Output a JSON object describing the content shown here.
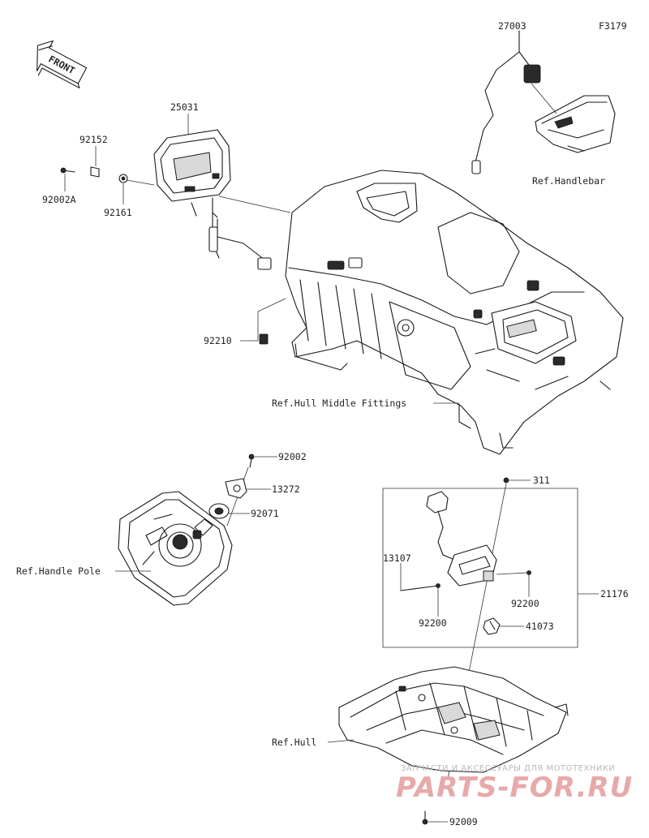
{
  "figure_code": "F3179",
  "front_label": "FRONT",
  "parts": {
    "p27003": "27003",
    "p25031": "25031",
    "p92152": "92152",
    "p92002A": "92002A",
    "p92161": "92161",
    "p92210": "92210",
    "p92002": "92002",
    "p13272": "13272",
    "p92071": "92071",
    "p311": "311",
    "p13107": "13107",
    "p21176": "21176",
    "p92200a": "92200",
    "p92200b": "92200",
    "p41073": "41073",
    "p92009": "92009"
  },
  "refs": {
    "handlebar": "Ref.Handlebar",
    "hull_middle": "Ref.Hull Middle Fittings",
    "handle_pole": "Ref.Handle Pole",
    "hull": "Ref.Hull"
  },
  "watermark": {
    "line1": "ЗАПЧАСТИ И АКСЕССУАРЫ ДЛЯ МОТОТЕХНИКИ",
    "line2": "PARTS-FOR.RU"
  }
}
